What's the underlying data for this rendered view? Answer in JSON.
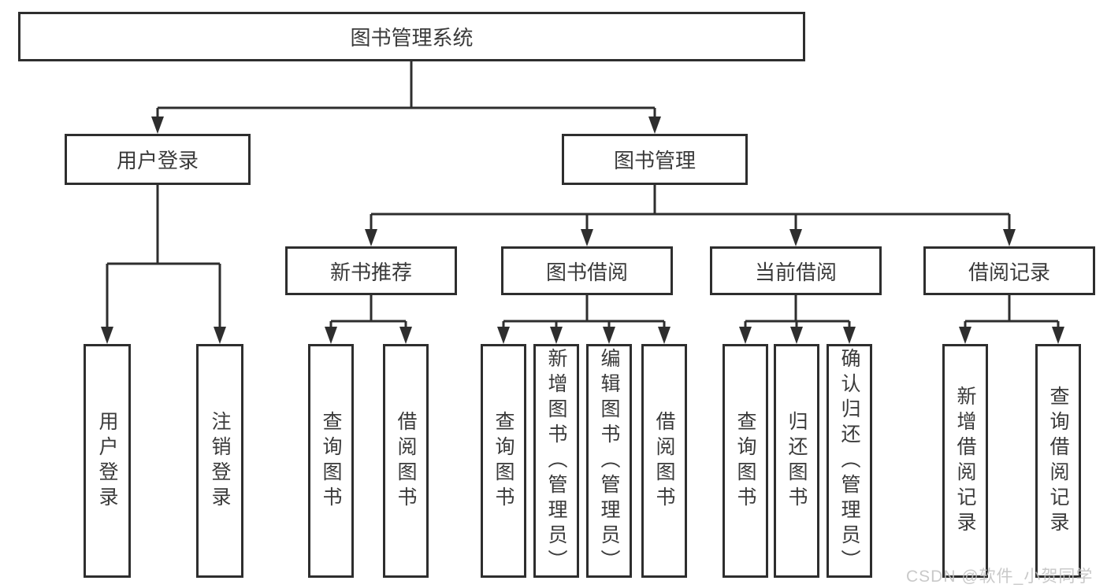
{
  "diagram": {
    "root": {
      "label": "图书管理系统"
    },
    "branches": [
      {
        "label": "用户登录",
        "children": [
          {
            "label": "用户登录"
          },
          {
            "label": "注销登录"
          }
        ]
      },
      {
        "label": "图书管理",
        "children": [
          {
            "label": "新书推荐",
            "children": [
              {
                "label": "查询图书"
              },
              {
                "label": "借阅图书"
              }
            ]
          },
          {
            "label": "图书借阅",
            "children": [
              {
                "label": "查询图书"
              },
              {
                "label": "新增图书（管理员）"
              },
              {
                "label": "编辑图书（管理员）"
              },
              {
                "label": "借阅图书"
              }
            ]
          },
          {
            "label": "当前借阅",
            "children": [
              {
                "label": "查询图书"
              },
              {
                "label": "归还图书"
              },
              {
                "label": "确认归还（管理员）"
              }
            ]
          },
          {
            "label": "借阅记录",
            "children": [
              {
                "label": "新增借阅记录"
              },
              {
                "label": "查询借阅记录"
              }
            ]
          }
        ]
      }
    ]
  },
  "watermark": {
    "text": "CSDN @软件_小贺同学"
  },
  "colors": {
    "line": "#2e2e2e",
    "text": "#3a3a3a",
    "background": "#ffffff",
    "watermark": "#c1c1c1"
  }
}
